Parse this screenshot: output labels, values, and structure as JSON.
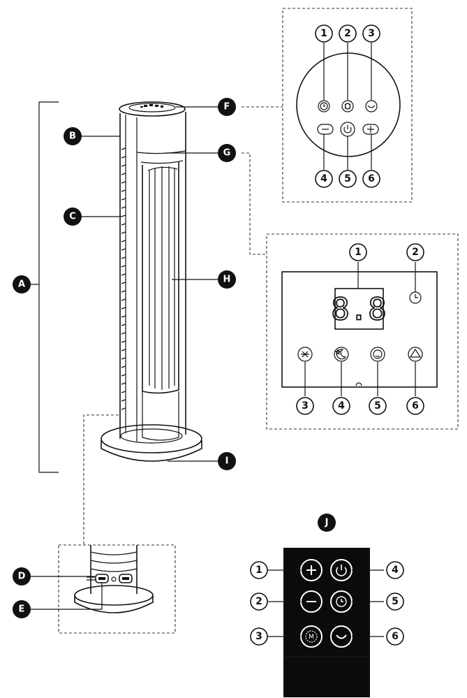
{
  "letters": {
    "a": "A",
    "b": "B",
    "c": "C",
    "d": "D",
    "e": "E",
    "f": "F",
    "g": "G",
    "h": "H",
    "i": "I",
    "j": "J"
  },
  "control_panel": {
    "top_numbers": [
      "1",
      "2",
      "3"
    ],
    "bottom_numbers": [
      "4",
      "5",
      "6"
    ],
    "minus_glyph": "−",
    "plus_glyph": "+"
  },
  "display_panel": {
    "readout": "8.8",
    "top_numbers": [
      "1",
      "2"
    ],
    "bottom_numbers": [
      "3",
      "4",
      "5",
      "6"
    ]
  },
  "remote": {
    "left_numbers": [
      "1",
      "2",
      "3"
    ],
    "right_numbers": [
      "4",
      "5",
      "6"
    ],
    "mode_glyph": "M"
  },
  "colors": {
    "ink": "#111111",
    "badge": "#111111",
    "remote_body": "#0b0b0b",
    "remote_button_ring": "#ffffff"
  }
}
